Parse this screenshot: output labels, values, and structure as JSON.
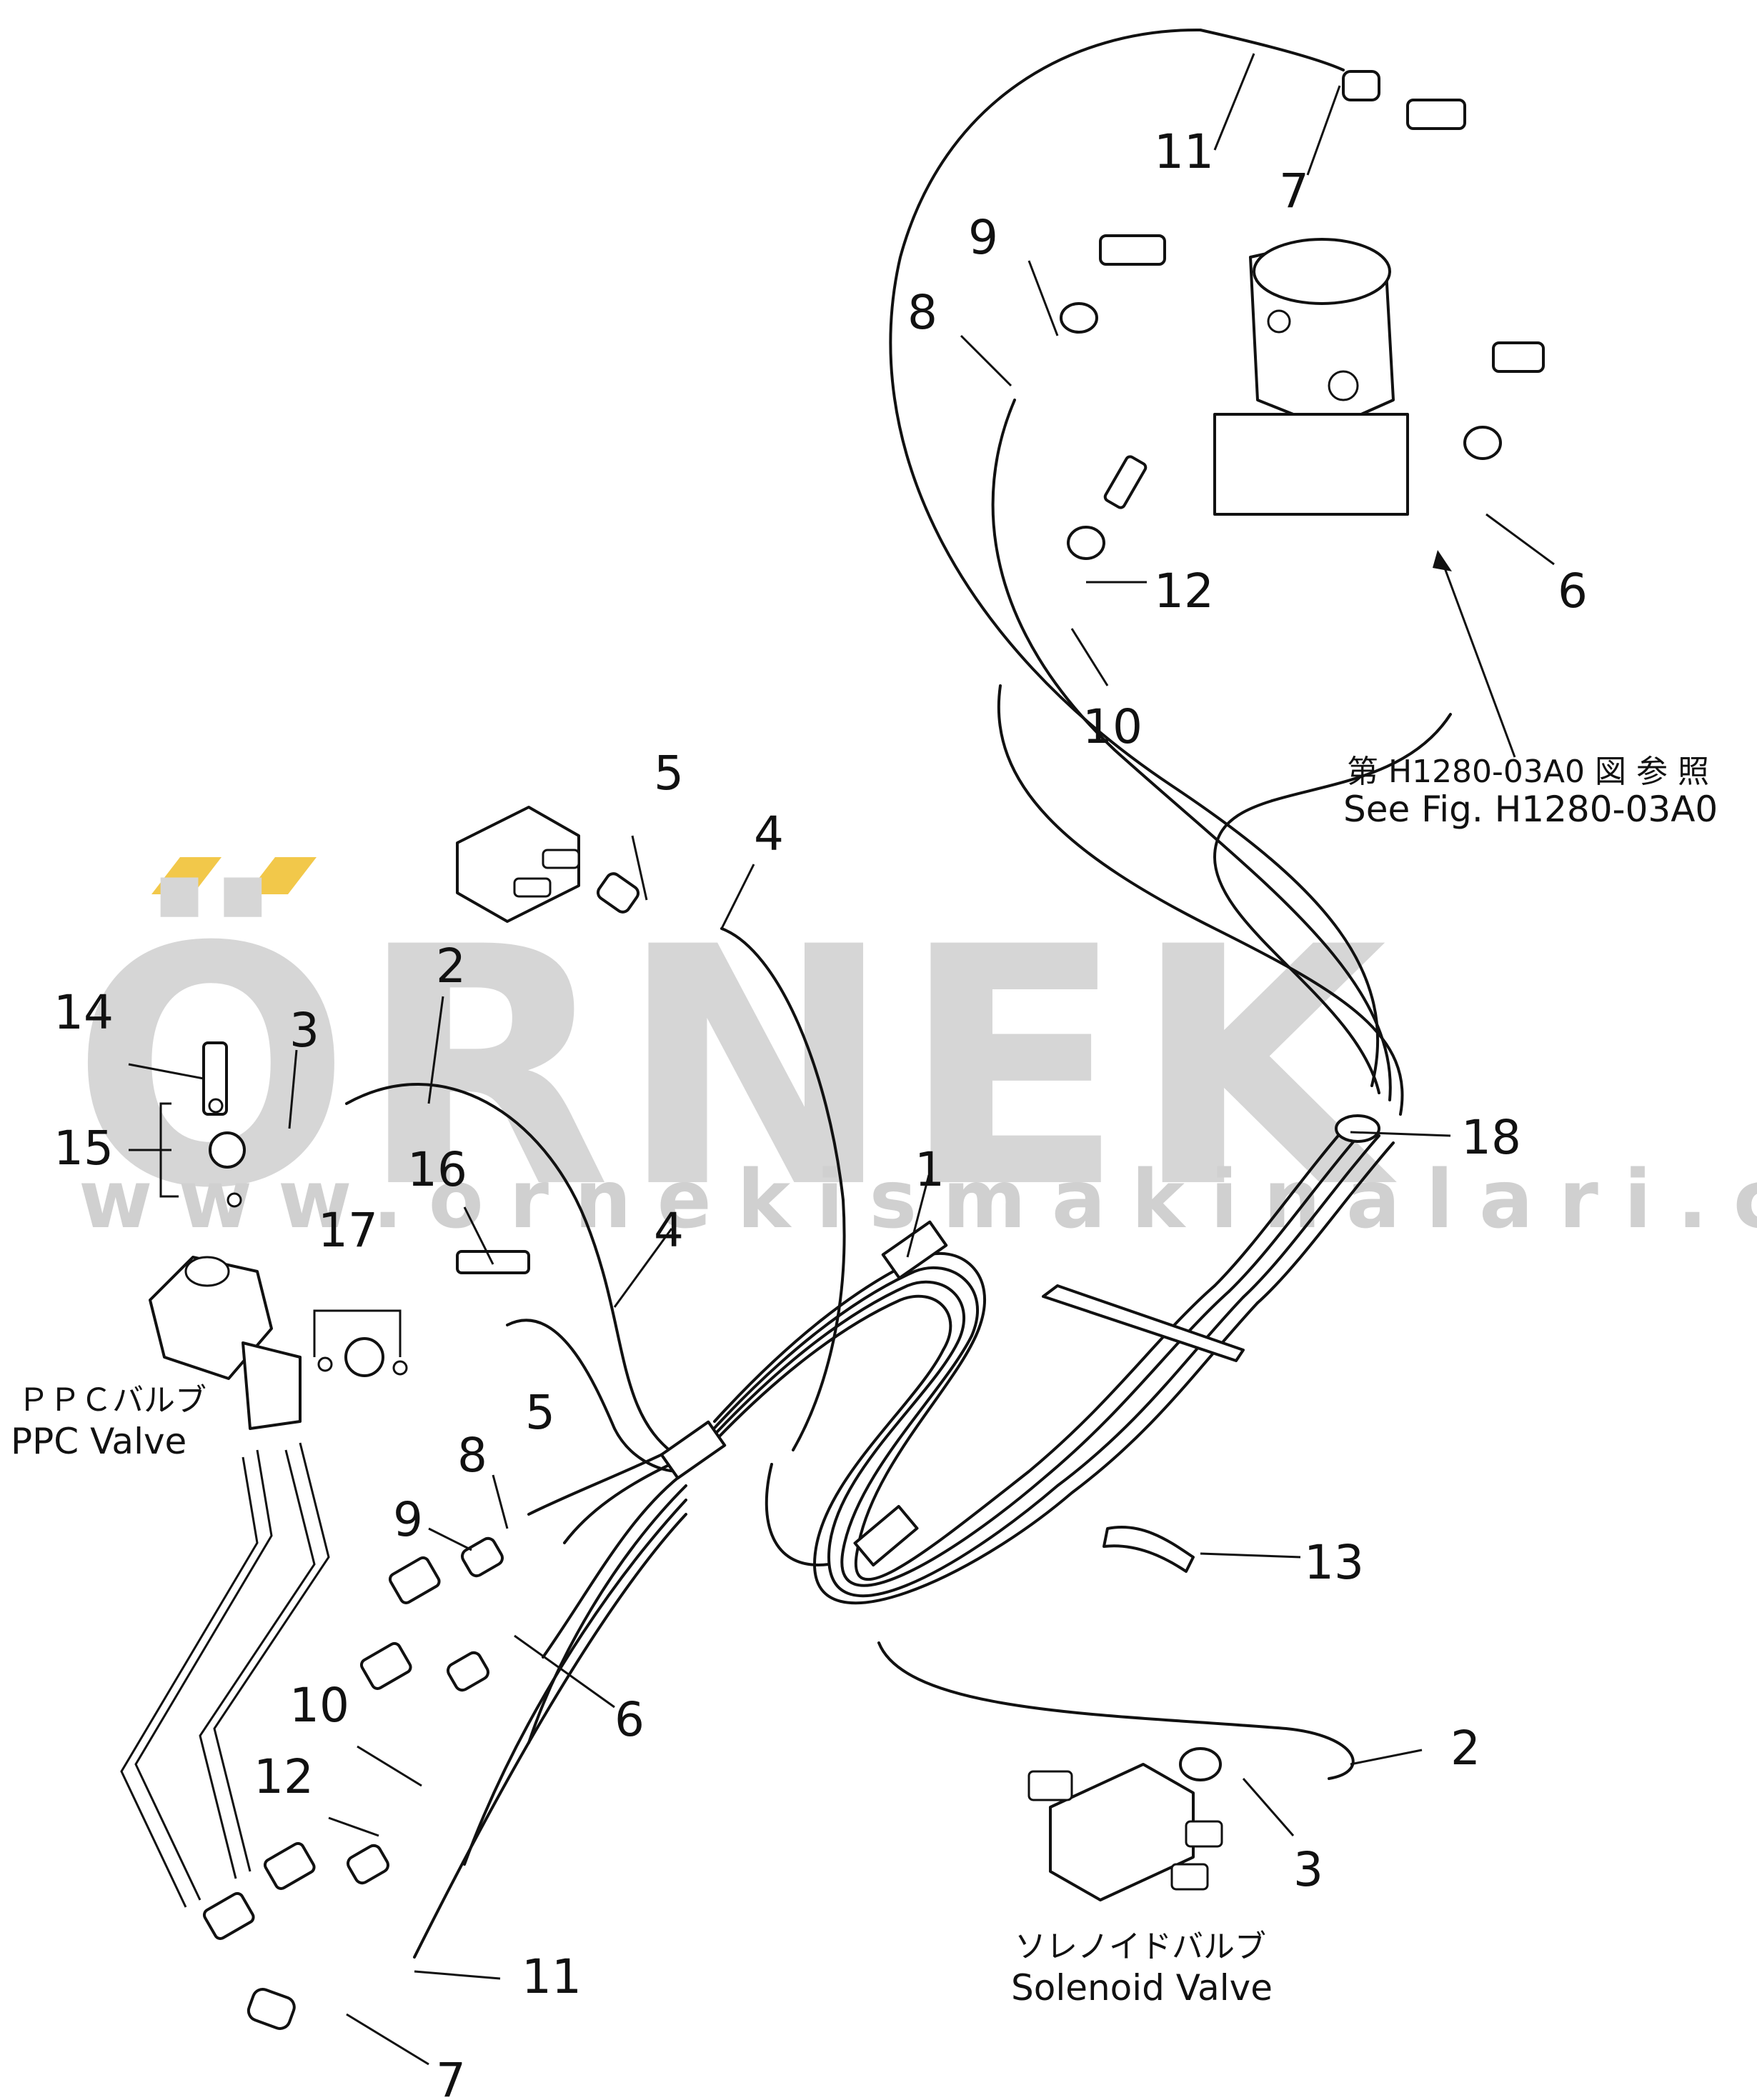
{
  "watermark": {
    "brand": "ÖRNEK",
    "url": "www.ornekismakinalari.com.tr",
    "accent_color": "#f2c84a"
  },
  "captions": {
    "ppc_valve_jp": "ＰＰＣバルブ",
    "ppc_valve_en": "PPC  Valve",
    "solenoid_valve_jp": "ソレノイドバルブ",
    "solenoid_valve_en": "Solenoid  Valve",
    "see_fig_jp": "第 H1280-03A0 図 参 照",
    "see_fig_en": "See Fig. H1280-03A0"
  },
  "callouts": {
    "c1": "1",
    "c2a": "2",
    "c2b": "2",
    "c3a": "3",
    "c3b": "3",
    "c4a": "4",
    "c4b": "4",
    "c5a": "5",
    "c5b": "5",
    "c6a": "6",
    "c6b": "6",
    "c7a": "7",
    "c7b": "7",
    "c8a": "8",
    "c8b": "8",
    "c9a": "9",
    "c9b": "9",
    "c10a": "10",
    "c10b": "10",
    "c11a": "11",
    "c11b": "11",
    "c12a": "12",
    "c12b": "12",
    "c13": "13",
    "c14": "14",
    "c15": "15",
    "c16": "16",
    "c17": "17",
    "c18": "18"
  }
}
